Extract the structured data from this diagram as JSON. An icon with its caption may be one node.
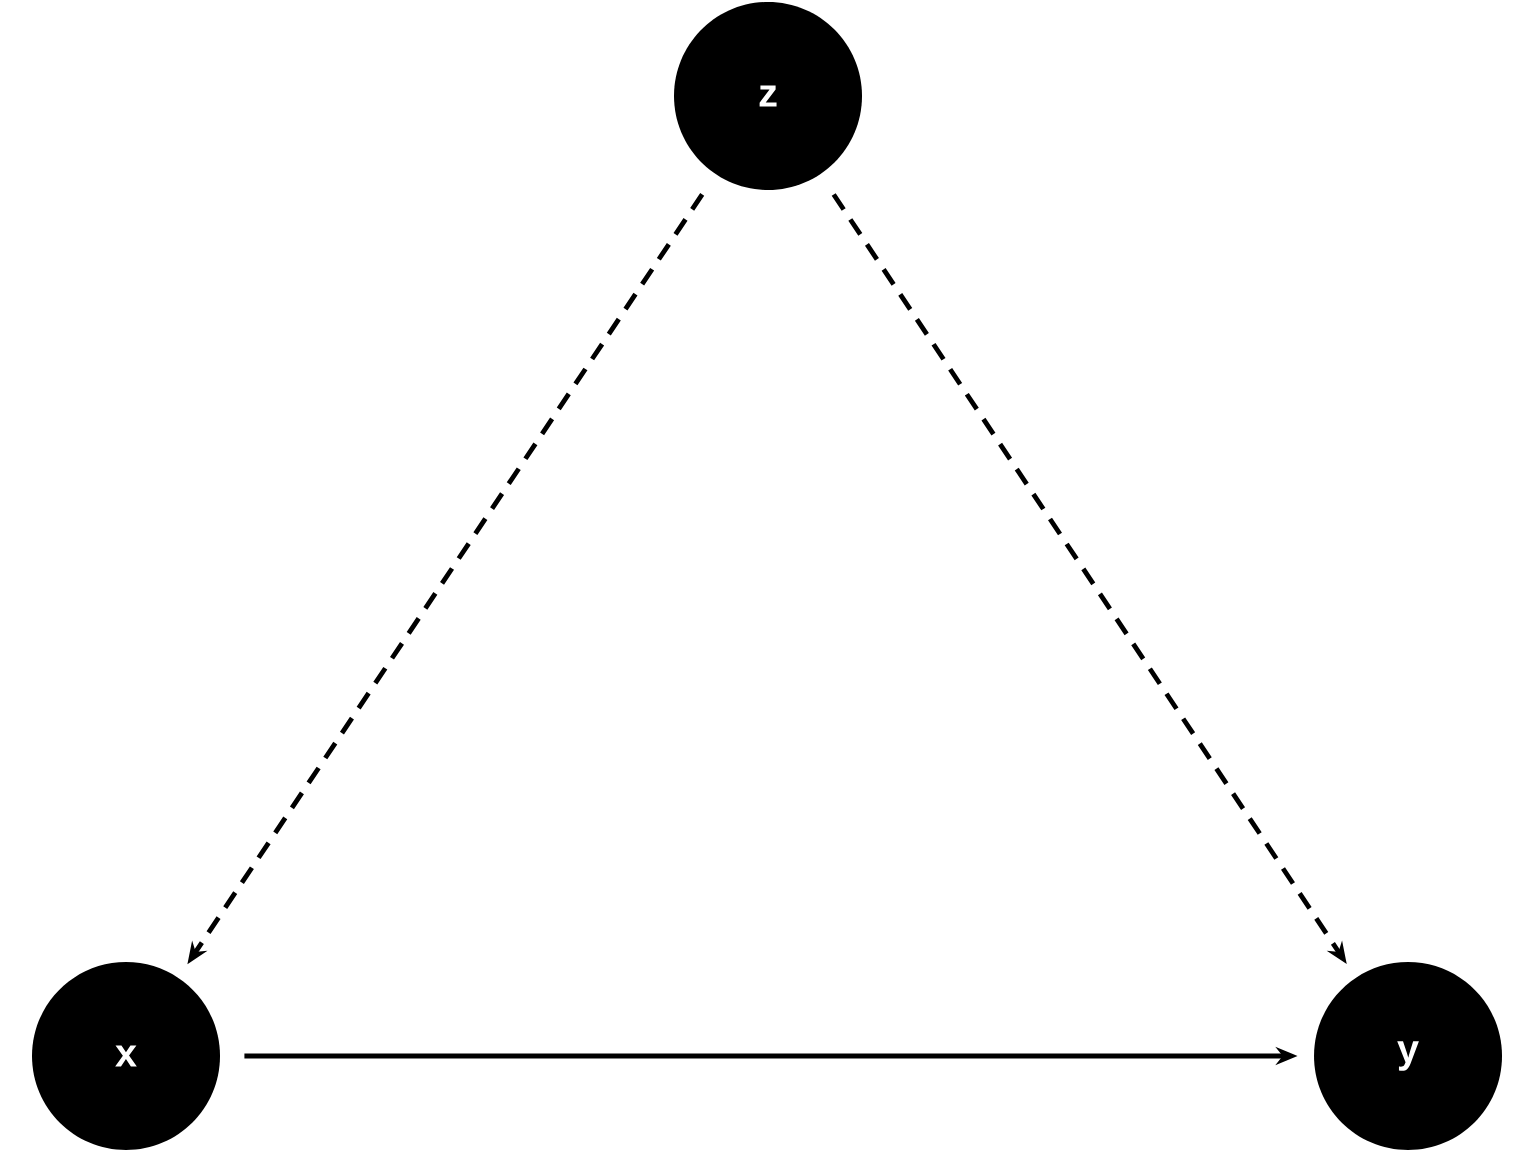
{
  "diagram": {
    "nodes": [
      {
        "text": [
          "z"
        ]
      },
      {
        "text": [
          "x"
        ]
      },
      {
        "text": [
          "y"
        ]
      }
    ],
    "edges": [
      {
        "from": 0,
        "to": 1,
        "arrow": "to",
        "style": "dashed"
      },
      {
        "from": 0,
        "to": 2,
        "arrow": "to",
        "style": "dashed"
      },
      {
        "from": 1,
        "to": 2,
        "arrow": "to"
      }
    ]
  }
}
